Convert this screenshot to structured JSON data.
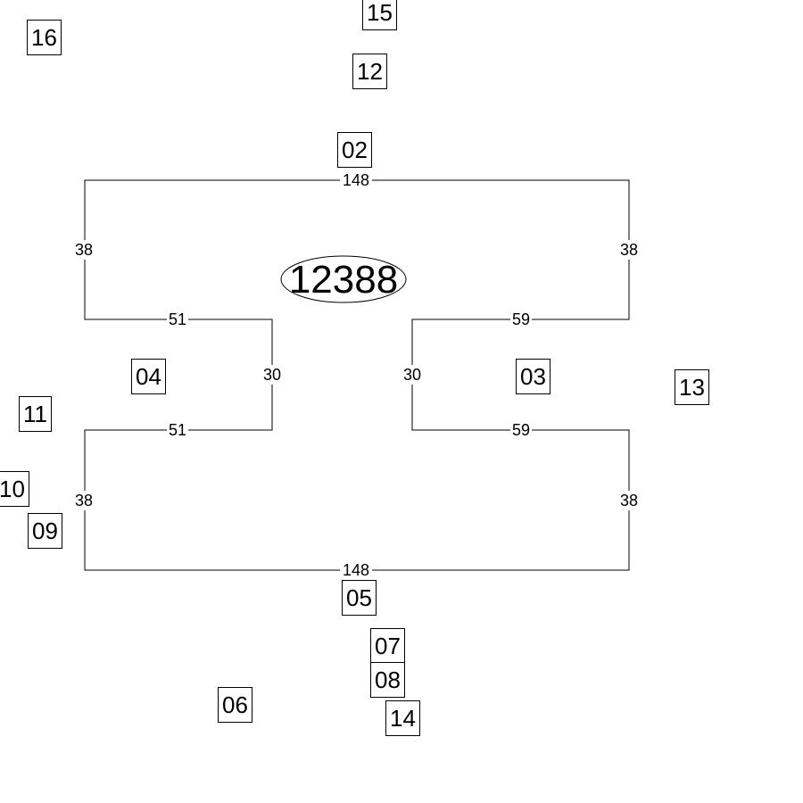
{
  "parcel": {
    "area_label": "12388",
    "edges": {
      "top": "148",
      "left_upper": "38",
      "right_upper": "38",
      "left_inner_top": "51",
      "left_notch": "30",
      "left_inner_bottom": "51",
      "right_inner_top": "59",
      "right_notch": "30",
      "right_inner_bottom": "59",
      "left_lower": "38",
      "right_lower": "38",
      "bottom": "148"
    }
  },
  "neighbors": [
    "15",
    "16",
    "12",
    "02",
    "04",
    "03",
    "13",
    "11",
    "10",
    "09",
    "05",
    "07",
    "08",
    "06",
    "14"
  ],
  "colors": {
    "line": "#000000",
    "background": "#ffffff"
  }
}
